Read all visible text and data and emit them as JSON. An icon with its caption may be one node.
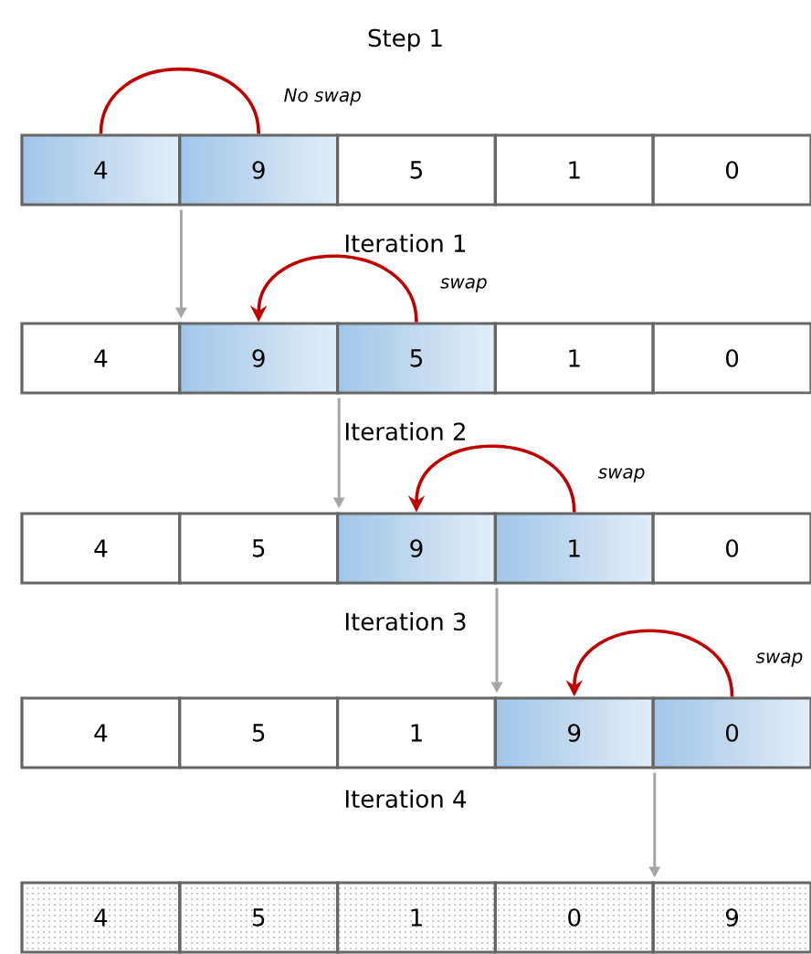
{
  "diagram": {
    "nodes": [
      {
        "text": [
          "4"
        ]
      },
      {
        "text": [
          "9"
        ]
      },
      {
        "text": [
          "5"
        ]
      },
      {
        "text": [
          "1"
        ]
      },
      {
        "text": [
          "0"
        ]
      },
      {
        "text": [
          "4"
        ]
      },
      {
        "text": [
          "9"
        ]
      },
      {
        "text": [
          "5"
        ]
      },
      {
        "text": [
          "1"
        ]
      },
      {
        "text": [
          "0"
        ]
      },
      {
        "text": [
          "4"
        ]
      },
      {
        "text": [
          "5"
        ]
      },
      {
        "text": [
          "9"
        ]
      },
      {
        "text": [
          "1"
        ]
      },
      {
        "text": [
          "0"
        ]
      },
      {
        "text": [
          "4"
        ]
      },
      {
        "text": [
          "5"
        ]
      },
      {
        "text": [
          "1"
        ]
      },
      {
        "text": [
          "9"
        ]
      },
      {
        "text": [
          "0"
        ]
      },
      {
        "text": [
          "4"
        ]
      },
      {
        "text": [
          "5"
        ]
      },
      {
        "text": [
          "1"
        ]
      },
      {
        "text": [
          "0"
        ]
      },
      {
        "text": [
          "9"
        ]
      }
    ],
    "edges": [
      {
        "from": 0,
        "to": 1,
        "arrow": "none",
        "label": "No swap"
      },
      {
        "from": 7,
        "to": 6,
        "arrow": "to",
        "label": "swap"
      },
      {
        "from": 13,
        "to": 12,
        "arrow": "to",
        "label": "swap"
      },
      {
        "from": 19,
        "to": 18,
        "arrow": "to",
        "label": "swap"
      },
      {
        "from": 0,
        "to": 5,
        "arrow": "to",
        "color": "#a6a6a6"
      },
      {
        "from": 6,
        "to": 11,
        "arrow": "to",
        "color": "#a6a6a6"
      },
      {
        "from": 12,
        "to": 17,
        "arrow": "to",
        "color": "#a6a6a6"
      },
      {
        "from": 18,
        "to": 23,
        "arrow": "to",
        "color": "#a6a6a6"
      }
    ],
    "labels": [
      "Step 1",
      "Iteration 1",
      "Iteration 2",
      "Iteration 3",
      "Iteration 4"
    ]
  }
}
